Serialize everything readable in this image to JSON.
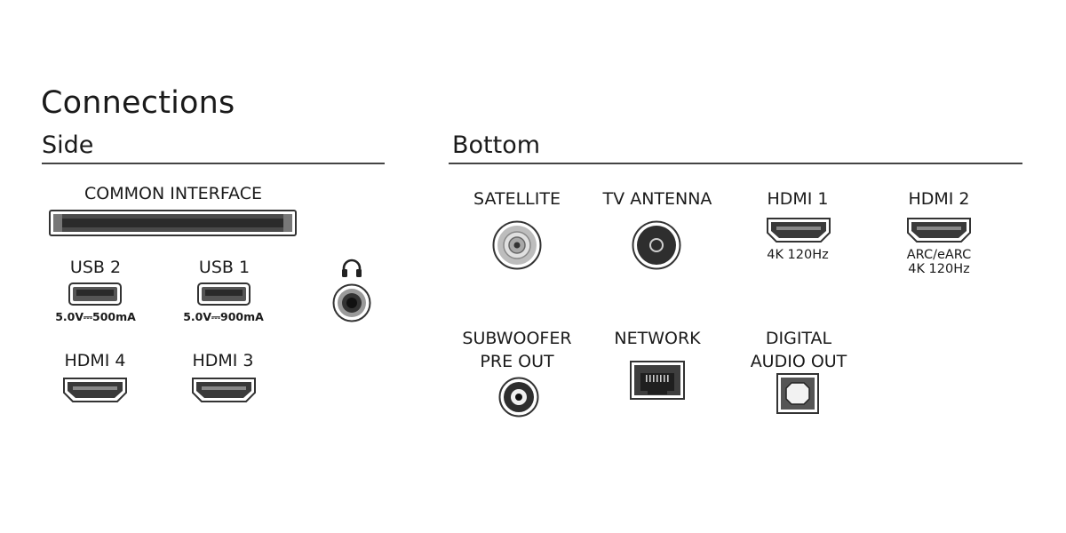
{
  "title": "Connections",
  "side": {
    "heading": "Side",
    "common_interface": {
      "label": "COMMON INTERFACE"
    },
    "usb2": {
      "label": "USB 2",
      "spec": "5.0V⎓500mA"
    },
    "usb1": {
      "label": "USB 1",
      "spec": "5.0V⎓900mA"
    },
    "headphone": {
      "icon": "headphones-icon"
    },
    "hdmi4": {
      "label": "HDMI 4"
    },
    "hdmi3": {
      "label": "HDMI 3"
    }
  },
  "bottom": {
    "heading": "Bottom",
    "satellite": {
      "label": "SATELLITE"
    },
    "tv_antenna": {
      "label": "TV ANTENNA"
    },
    "hdmi1": {
      "label": "HDMI 1",
      "sub1": "4K 120Hz"
    },
    "hdmi2": {
      "label": "HDMI 2",
      "sub1": "ARC/eARC",
      "sub2": "4K 120Hz"
    },
    "subwoofer": {
      "label_line1": "SUBWOOFER",
      "label_line2": "PRE OUT"
    },
    "network": {
      "label": "NETWORK"
    },
    "digital_audio": {
      "label_line1": "DIGITAL",
      "label_line2": "AUDIO OUT"
    }
  }
}
